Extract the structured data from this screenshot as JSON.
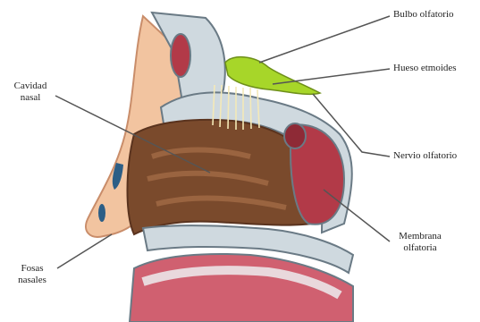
{
  "labels": {
    "bulbo_olfatorio": "Bulbo olfatorio",
    "hueso_etmoides": "Hueso etmoides",
    "nervio_olfatorio": "Nervio olfatorio",
    "membrana_olfatoria_line1": "Membrana",
    "membrana_olfatoria_line2": "olfatoria",
    "cavidad_nasal_line1": "Cavidad",
    "cavidad_nasal_line2": "nasal",
    "fosas_nasales_line1": "Fosas",
    "fosas_nasales_line2": "nasales"
  },
  "colors": {
    "skin": "#f2c4a0",
    "skin_edge": "#c98d6a",
    "bone": "#cfd9df",
    "bone_edge": "#6a7a85",
    "cavity": "#7a4a2c",
    "cavity_light": "#9a6440",
    "red_tissue": "#b23a48",
    "blue_vessel": "#2c5e86",
    "olfactory_bulb": "#a7d629",
    "nerve": "#f4e9b8"
  }
}
